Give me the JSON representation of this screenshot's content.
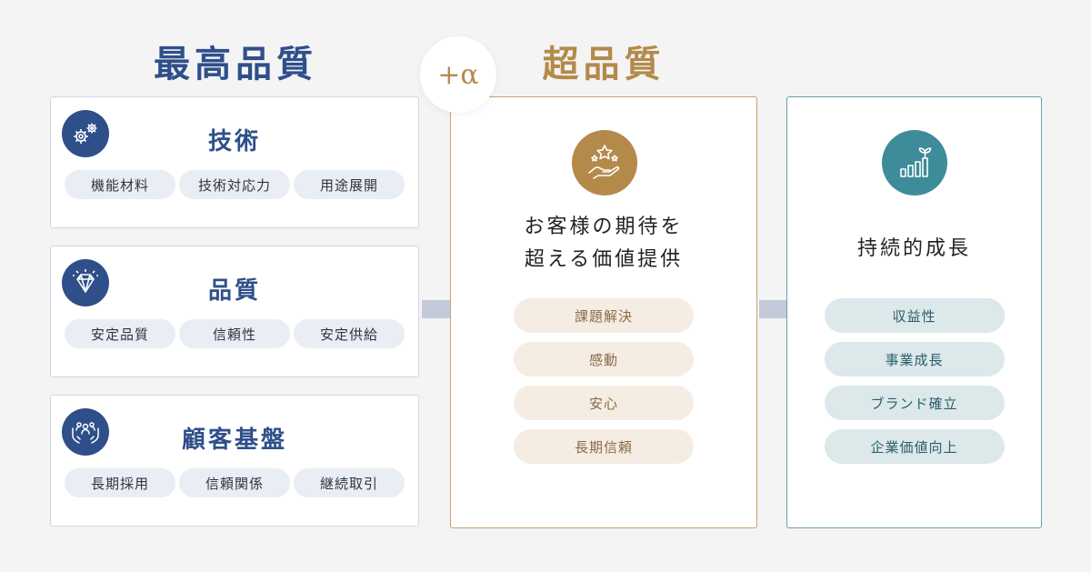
{
  "headings": {
    "left": "最高品質",
    "middle": "超品質",
    "plus": "+α"
  },
  "quality_cards": [
    {
      "title": "技術",
      "icon": "gears-icon",
      "chips": [
        "機能材料",
        "技術対応力",
        "用途展開"
      ]
    },
    {
      "title": "品質",
      "icon": "diamond-icon",
      "chips": [
        "安定品質",
        "信頼性",
        "安定供給"
      ]
    },
    {
      "title": "顧客基盤",
      "icon": "people-hands-icon",
      "chips": [
        "長期採用",
        "信頼関係",
        "継続取引"
      ]
    }
  ],
  "value_card": {
    "icon": "star-hand-icon",
    "title_line1": "お客様の期待を",
    "title_line2": "超える価値提供",
    "items": [
      "課題解決",
      "感動",
      "安心",
      "長期信頼"
    ]
  },
  "growth_card": {
    "icon": "growth-chart-icon",
    "title": "持続的成長",
    "items": [
      "収益性",
      "事業成長",
      "ブランド確立",
      "企業価値向上"
    ]
  },
  "colors": {
    "navy": "#2f4f8a",
    "gold": "#b48a4a",
    "teal": "#3e8c99",
    "arrow": "#c3cad9"
  }
}
